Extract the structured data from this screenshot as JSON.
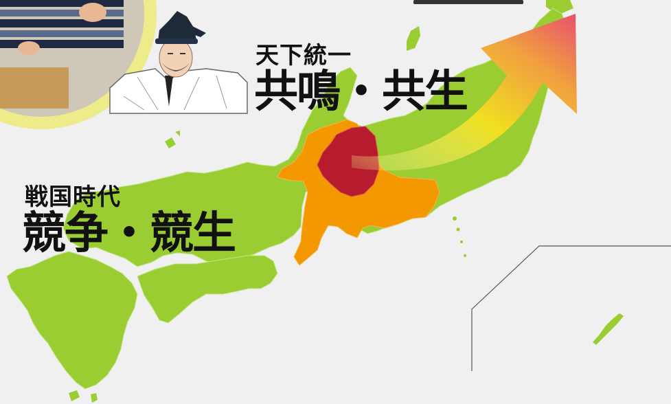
{
  "eras": {
    "sengoku": {
      "subtitle": "戦国時代",
      "title": "競争・競生"
    },
    "unification": {
      "subtitle": "天下統一",
      "title": "共鳴・共生"
    }
  },
  "colors": {
    "background": "#f0f0f0",
    "land": "#9acd32",
    "land_border": "#c4e48a",
    "core_region": "#b71c2e",
    "surrounding_region": "#f39800",
    "arrow_start": "#f5f59a",
    "arrow_end": "#e8506e",
    "circle_frame": "#eeeb8a",
    "inset_line": "#555555"
  },
  "icons": [
    "warlord-portrait-icon",
    "growth-arrow-icon",
    "photo-circle-icon"
  ]
}
